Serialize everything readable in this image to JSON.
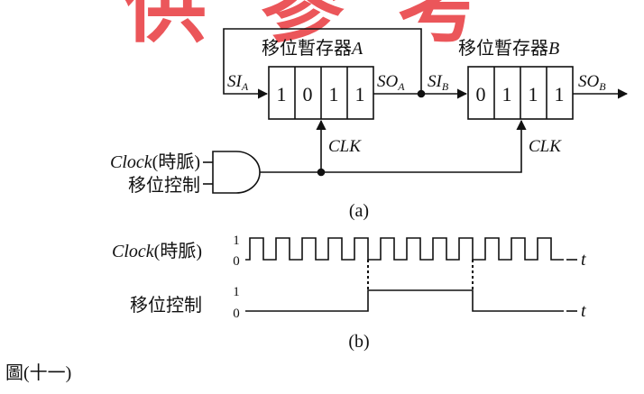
{
  "watermark": {
    "text": "供參考",
    "color": "#e8383d"
  },
  "figure_a": {
    "register_a": {
      "title_prefix": "移位暫存器",
      "title_var": "A",
      "bits": [
        "1",
        "0",
        "1",
        "1"
      ]
    },
    "register_b": {
      "title_prefix": "移位暫存器",
      "title_var": "B",
      "bits": [
        "0",
        "1",
        "1",
        "1"
      ]
    },
    "si_a": {
      "base": "SI",
      "sub": "A"
    },
    "so_a": {
      "base": "SO",
      "sub": "A"
    },
    "si_b": {
      "base": "SI",
      "sub": "B"
    },
    "so_b": {
      "base": "SO",
      "sub": "B"
    },
    "clk_a": "CLK",
    "clk_b": "CLK",
    "clock_input": {
      "italic": "Clock",
      "rest": "(時脈)"
    },
    "shift_control_input": "移位控制",
    "caption": "(a)"
  },
  "figure_b": {
    "clock_label": {
      "italic": "Clock",
      "rest": "(時脈)"
    },
    "clock_levels": [
      "1",
      "0"
    ],
    "shift_label": "移位控制",
    "shift_levels": [
      "1",
      "0"
    ],
    "t_clock": "t",
    "t_shift": "t",
    "caption": "(b)",
    "clock_pulses": 12,
    "shift_high_pulses": [
      4,
      8
    ]
  },
  "figure_caption": "圖(十一)"
}
